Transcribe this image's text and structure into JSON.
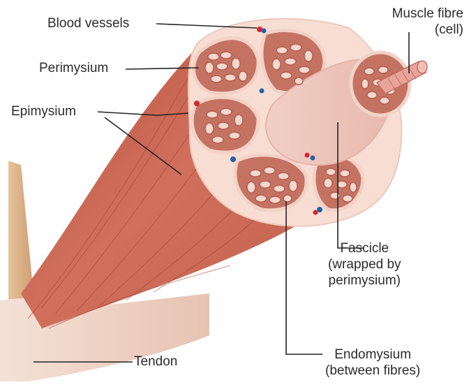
{
  "diagram": {
    "labels": {
      "blood_vessels": "Blood vessels",
      "perimysium": "Perimysium",
      "epimysium": "Epimysium",
      "tendon": "Tendon",
      "muscle_fibre_line1": "Muscle fibre",
      "muscle_fibre_line2": "(cell)",
      "fascicle_line1": "Fascicle",
      "fascicle_line2": "(wrapped by",
      "fascicle_line3": "perimysium)",
      "endomysium_line1": "Endomysium",
      "endomysium_line2": "(between fibres)"
    },
    "colors": {
      "muscle_red": "#c8614f",
      "fascicle_fill": "#c8766a",
      "membrane": "#f6d6cb",
      "fibre_cell": "#d27c70",
      "tendon": "#e8c6a8",
      "vessel_red": "#d8262c",
      "vessel_blue": "#2560a8",
      "leader_line": "#222222"
    }
  }
}
